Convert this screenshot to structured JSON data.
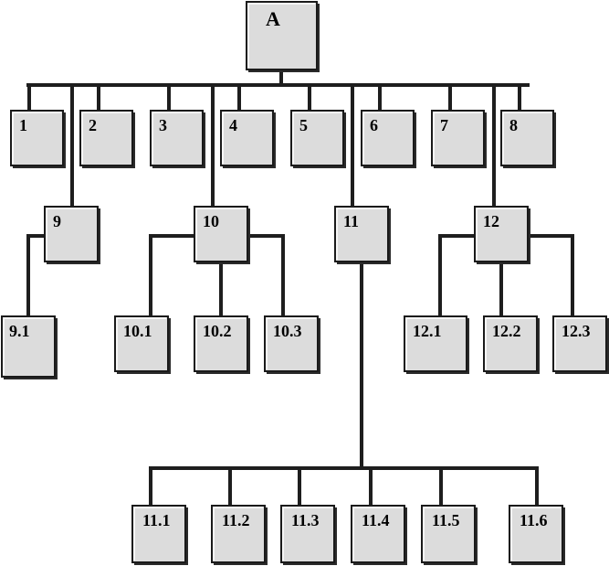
{
  "diagram": {
    "root": "A",
    "level1": [
      "1",
      "2",
      "3",
      "4",
      "5",
      "6",
      "7",
      "8",
      "9",
      "10",
      "11",
      "12"
    ],
    "children": {
      "9": [
        "9.1"
      ],
      "10": [
        "10.1",
        "10.2",
        "10.3"
      ],
      "11": [
        "11.1",
        "11.2",
        "11.3",
        "11.4",
        "11.5",
        "11.6"
      ],
      "12": [
        "12.1",
        "12.2",
        "12.3"
      ]
    }
  }
}
